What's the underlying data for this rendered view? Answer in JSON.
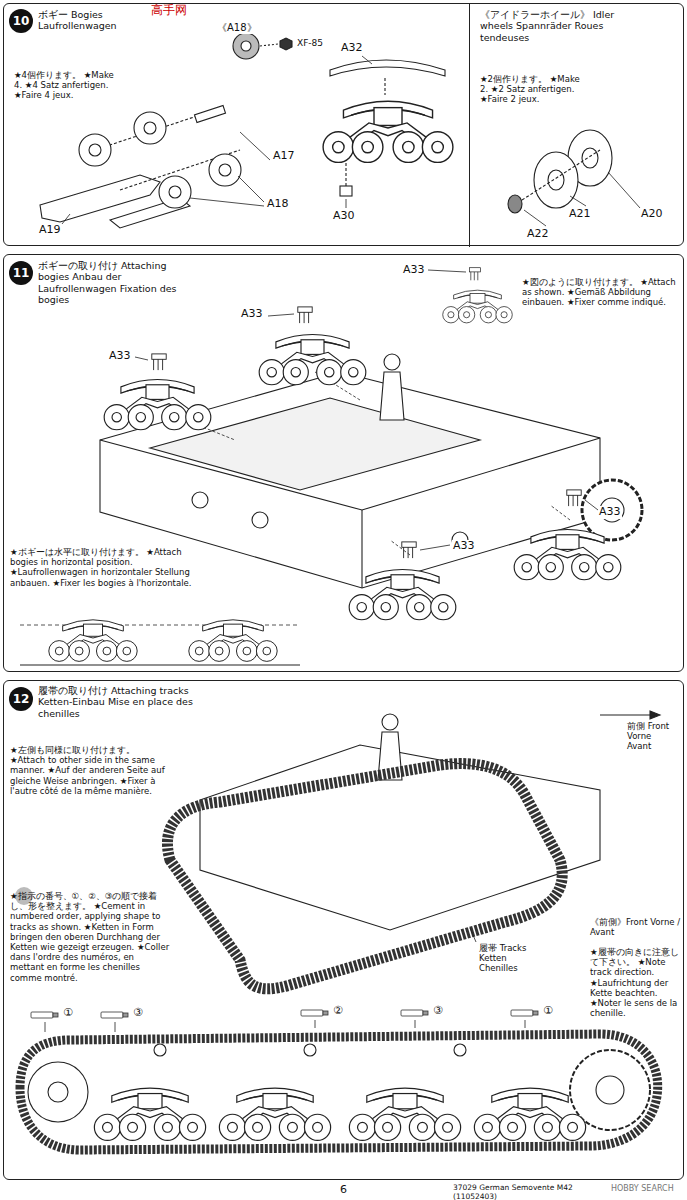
{
  "diagram": {
    "nodes": [
      {
        "text": [
          "ボギー Bogies Laufrollenwagen",
          "★4個作ります。 ★Make 4. ★4 Satz anfertigen. ★Faire 4 jeux."
        ]
      },
      {
        "text": [
          "10"
        ],
        "in": 0
      },
      {
        "text": [
          "《アイドラーホイール》 Idler wheels Spannräder Roues tendeuses",
          "★2個作ります。 ★Make 2. ★2 Satz anfertigen. ★Faire 2 jeux."
        ],
        "in": 0
      },
      {
        "text": [
          "ボギーの取り付け Attaching bogies Anbau der Laufrollenwagen Fixation des bogies",
          "★図のように取り付けます。 ★Attach as shown. ★Gemäß Abbildung einbauen. ★Fixer comme indiqué.",
          "★ボギーは水平に取り付けます。 ★Attach bogies in horizontal position. ★Laufrollenwagen in horizontaler Stellung anbauen. ★Fixer les bogies à l'horizontale."
        ]
      },
      {
        "text": [
          "11"
        ],
        "in": 3
      },
      {
        "text": [
          "履帯の取り付け Attaching tracks Ketten-Einbau Mise en place des chenilles",
          "★左側も同様に取り付けます。 ★Attach to other side in the same manner. ★Auf der anderen Seite auf gleiche Weise anbringen. ★Fixer à l'autre côté de la même manière.",
          "★指示の番号、①、②、③の順で接着し、形を整えます。 ★Cement in numbered order, applying shape to tracks as shown. ★Ketten in Form bringen den oberen Durchhang der Ketten wie gezeigt erzeugen. ★Coller dans l'ordre des numéros, en mettant en forme les chenilles comme montré.",
          "《前側》Front Vorne / Avant",
          "★履帯の向きに注意して下さい。 ★Note track direction. ★Laufrichtung der Kette beachten. ★Noter le sens de la chenille."
        ]
      },
      {
        "text": [
          "12"
        ],
        "in": 5
      }
    ],
    "labels": [
      "高手网",
      "《A18》",
      "XF-85",
      "A32",
      "A19",
      "A17",
      "A18",
      "A30",
      "A20",
      "A21",
      "A22",
      "A33",
      "A33",
      "A33",
      "A33",
      "A33",
      "前側 Front Vorne Avant",
      "履帯 Tracks Ketten Chenilles",
      "①",
      "③",
      "②",
      "③",
      "①",
      "6",
      "37029 German Semovente M42 (11052403)",
      "HOBBY SEARCH"
    ]
  }
}
